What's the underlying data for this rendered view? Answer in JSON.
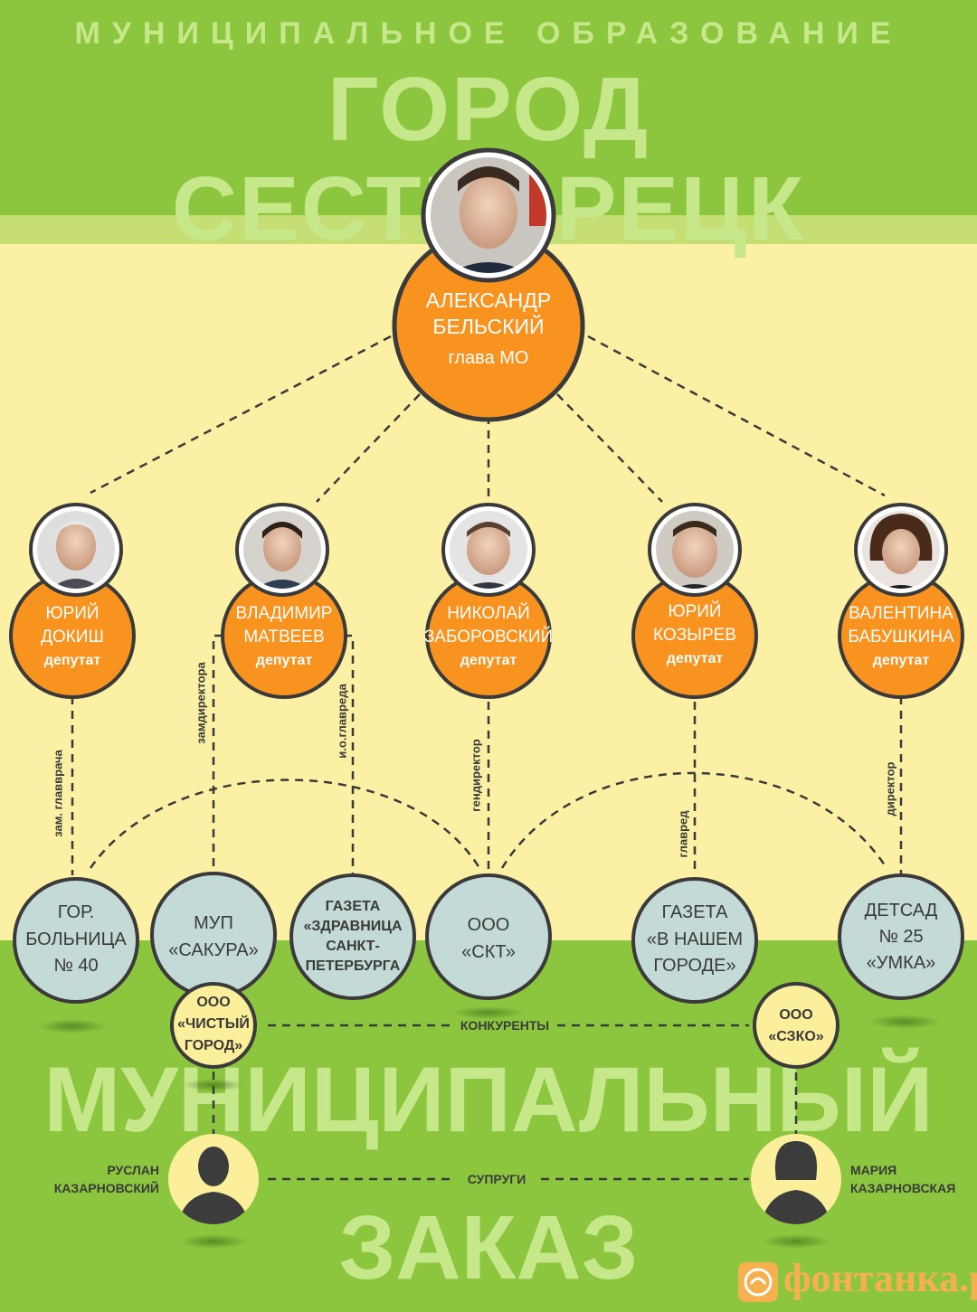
{
  "header": {
    "subtitle": "МУНИЦИПАЛЬНОЕ ОБРАЗОВАНИЕ",
    "title": "ГОРОД СЕСТРОРЕЦК"
  },
  "head": {
    "first": "АЛЕКСАНДР",
    "last": "БЕЛЬСКИЙ",
    "role": "глава МО"
  },
  "deputies": [
    {
      "first": "ЮРИЙ",
      "last": "ДОКИШ",
      "role": "депутат"
    },
    {
      "first": "ВЛАДИМИР",
      "last": "МАТВЕЕВ",
      "role": "депутат"
    },
    {
      "first": "НИКОЛАЙ",
      "last": "ЗАБОРОВСКИЙ",
      "role": "депутат"
    },
    {
      "first": "ЮРИЙ",
      "last": "КОЗЫРЕВ",
      "role": "депутат"
    },
    {
      "first": "ВАЛЕНТИНА",
      "last": "БАБУШКИНА",
      "role": "депутат"
    }
  ],
  "positions": {
    "dokish": "зам. главврача",
    "matveev_mup": "замдиректора",
    "matveev_gazeta": "и.о.главреда",
    "zaborovsky": "гендиректор",
    "kozyrev": "главред",
    "babushkina": "директор"
  },
  "orgs": [
    {
      "l1": "ГОР.",
      "l2": "БОЛЬНИЦА",
      "l3": "№ 40"
    },
    {
      "l1": "МУП",
      "l2": "«САКУРА»",
      "l3": ""
    },
    {
      "l1": "ГАЗЕТА",
      "l2": "«ЗДРАВНИЦА",
      "l3": "САНКТ-",
      "l4": "ПЕТЕРБУРГА"
    },
    {
      "l1": "ООО",
      "l2": "«СКТ»",
      "l3": ""
    },
    {
      "l1": "ГАЗЕТА",
      "l2": "«В НАШЕМ",
      "l3": "ГОРОДЕ»"
    },
    {
      "l1": "ДЕТСАД",
      "l2": "№ 25",
      "l3": "«УМКА»"
    }
  ],
  "companies": {
    "left": {
      "l1": "ООО",
      "l2": "«ЧИСТЫЙ",
      "l3": "ГОРОД»"
    },
    "right": {
      "l1": "ООО",
      "l2": "«СЗКО»"
    },
    "relation": "КОНКУРЕНТЫ"
  },
  "persons": {
    "left": {
      "first": "РУСЛАН",
      "last": "КАЗАРНОВСКИЙ"
    },
    "right": {
      "first": "МАРИЯ",
      "last": "КАЗАРНОВСКАЯ"
    },
    "relation": "СУПРУГИ"
  },
  "footer": {
    "title1": "МУНИЦИПАЛЬНЫЙ",
    "title2": "ЗАКАЗ"
  },
  "logo": {
    "text": "фонтанка.ру"
  },
  "colors": {
    "top_green": "#8cc63f",
    "band": "#c6df74",
    "pale_yellow": "#fbf0a3",
    "orange": "#f7931e",
    "teal": "#c4dad7",
    "company_yellow": "#fcef9b",
    "dark": "#3a3a3a"
  }
}
